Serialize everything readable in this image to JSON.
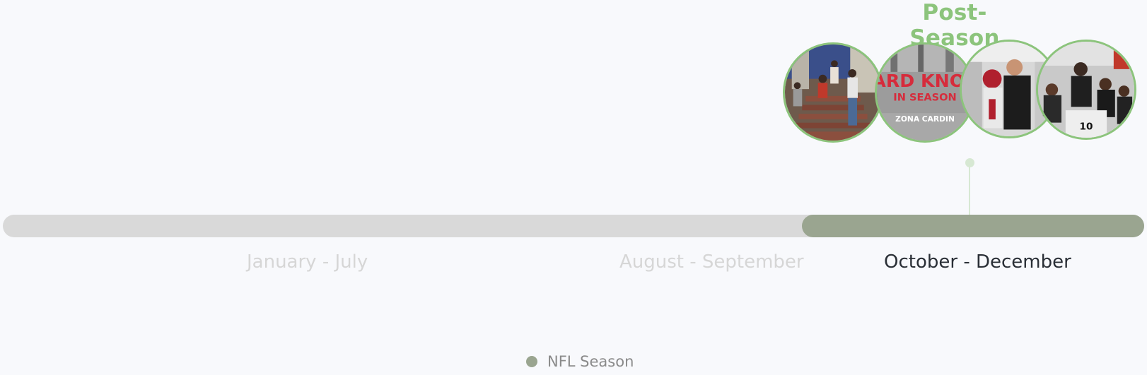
{
  "phase": {
    "title": "Post-Season",
    "accent_color": "#8cc47c"
  },
  "media": [
    {
      "name": "people-on-steps-photo"
    },
    {
      "name": "hard-knocks-in-season-title-card",
      "caption_line1": "ARD KNOC",
      "caption_line2": "IN SEASON",
      "caption_line3": "ZONA CARDIN"
    },
    {
      "name": "coach-hug-photo"
    },
    {
      "name": "team-huddle-photo"
    }
  ],
  "timeline": {
    "track_color": "#d9d9d9",
    "active_color": "#9aa590",
    "periods": [
      {
        "label": "January - July",
        "active": false
      },
      {
        "label": "August - September",
        "active": false
      },
      {
        "label": "October - December",
        "active": true
      }
    ]
  },
  "legend": {
    "label": "NFL Season",
    "color": "#9aa590"
  }
}
